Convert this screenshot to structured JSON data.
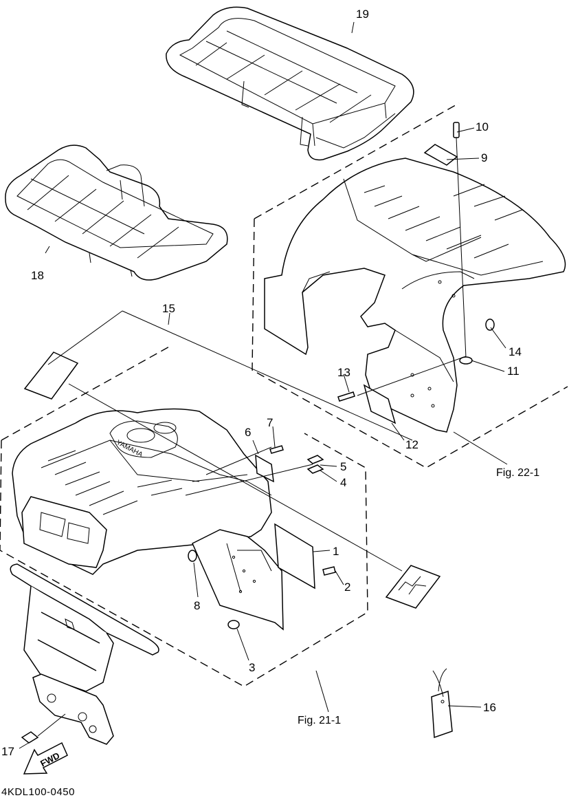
{
  "diagram": {
    "callouts": [
      "1",
      "2",
      "3",
      "4",
      "5",
      "6",
      "7",
      "8",
      "9",
      "10",
      "11",
      "12",
      "13",
      "14",
      "15",
      "16",
      "17",
      "18",
      "19"
    ],
    "figure_refs": [
      "Fig. 21-1",
      "Fig. 22-1"
    ],
    "drawing_code": "4KDL100-0450",
    "decal_text": {
      "brand": "YAMAHA",
      "direction_arrow": "FWD"
    }
  }
}
